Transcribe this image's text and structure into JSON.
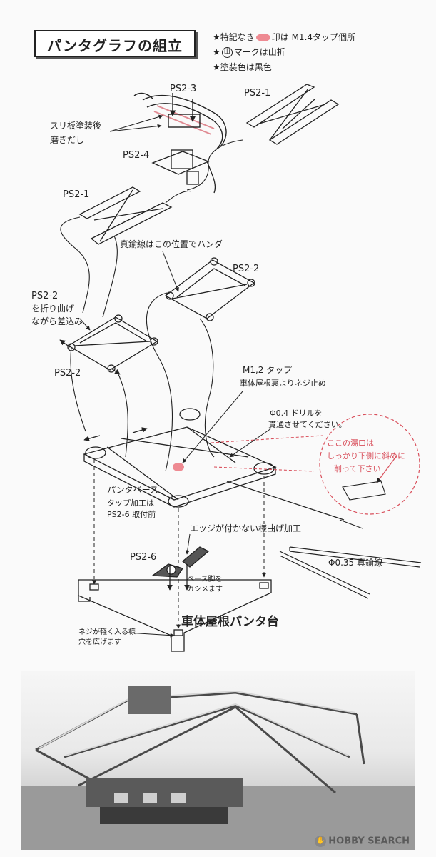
{
  "title": "パンタグラフの組立",
  "notes": {
    "line1_pre": "★特記なき",
    "line1_post": "印は M1.4タップ個所",
    "line2_pre": "★",
    "line2_mark": "山",
    "line2_post": "マークは山折",
    "line3": "★塗装色は黒色"
  },
  "labels": {
    "ps2_3": "PS2-3",
    "ps2_1_top": "PS2-1",
    "ps2_4": "PS2-4",
    "ps2_1_left": "PS2-1",
    "ps2_2_right": "PS2-2",
    "ps2_2_left": "PS2-2",
    "ps2_2_bottom": "PS2-2",
    "ps2_6": "PS2-6",
    "suri_1": "スリ板塗装後",
    "suri_2": "磨きだし",
    "shinchu_solder": "真鍮線はこの位置でハンダ",
    "fold_1": "を折り曲げ",
    "fold_2": "ながら差込み",
    "m12_1": "M1,2 タップ",
    "m12_2": "車体屋根裏よりネジ止め",
    "drill_1": "Φ0.4 ドリルを",
    "drill_2": "貫通させてください。",
    "yuguchi_1": "ここの湯口は",
    "yuguchi_2": "しっかり下側に斜めに",
    "yuguchi_3": "削って下さい",
    "base_1": "パンタベース",
    "base_2": "タップ加工は",
    "base_3": "PS2-6 取付前",
    "edge": "エッジが付かない様曲げ加工",
    "wire": "Φ0.35 真鍮線",
    "kashime_1": "ベース脚を",
    "kashime_2": "カシメます",
    "roof_stand": "車体屋根パンタ台",
    "screw_1": "ネジが軽く入る様",
    "screw_2": "穴を広げます"
  },
  "watermark": "HOBBY SEARCH",
  "colors": {
    "ink": "#222222",
    "tap_mark": "#ee8a92",
    "note_red": "#d9505c"
  }
}
